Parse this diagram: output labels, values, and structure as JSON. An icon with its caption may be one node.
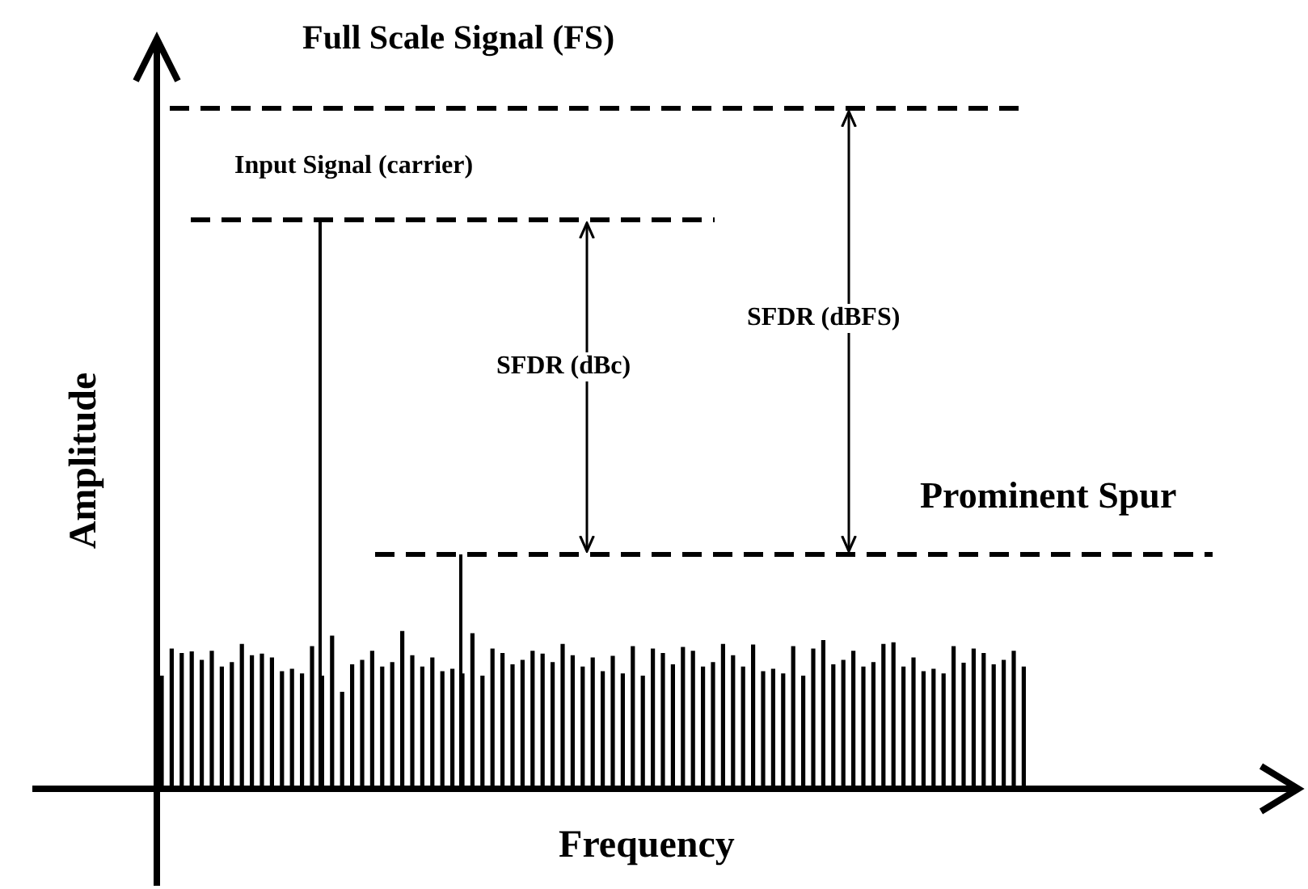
{
  "diagram": {
    "labels": [
      "Full Scale Signal (FS)",
      "Input Signal (carrier)",
      "SFDR (dBFS)",
      "SFDR (dBc)",
      "Prominent Spur",
      "Amplitude",
      "Frequency"
    ]
  }
}
